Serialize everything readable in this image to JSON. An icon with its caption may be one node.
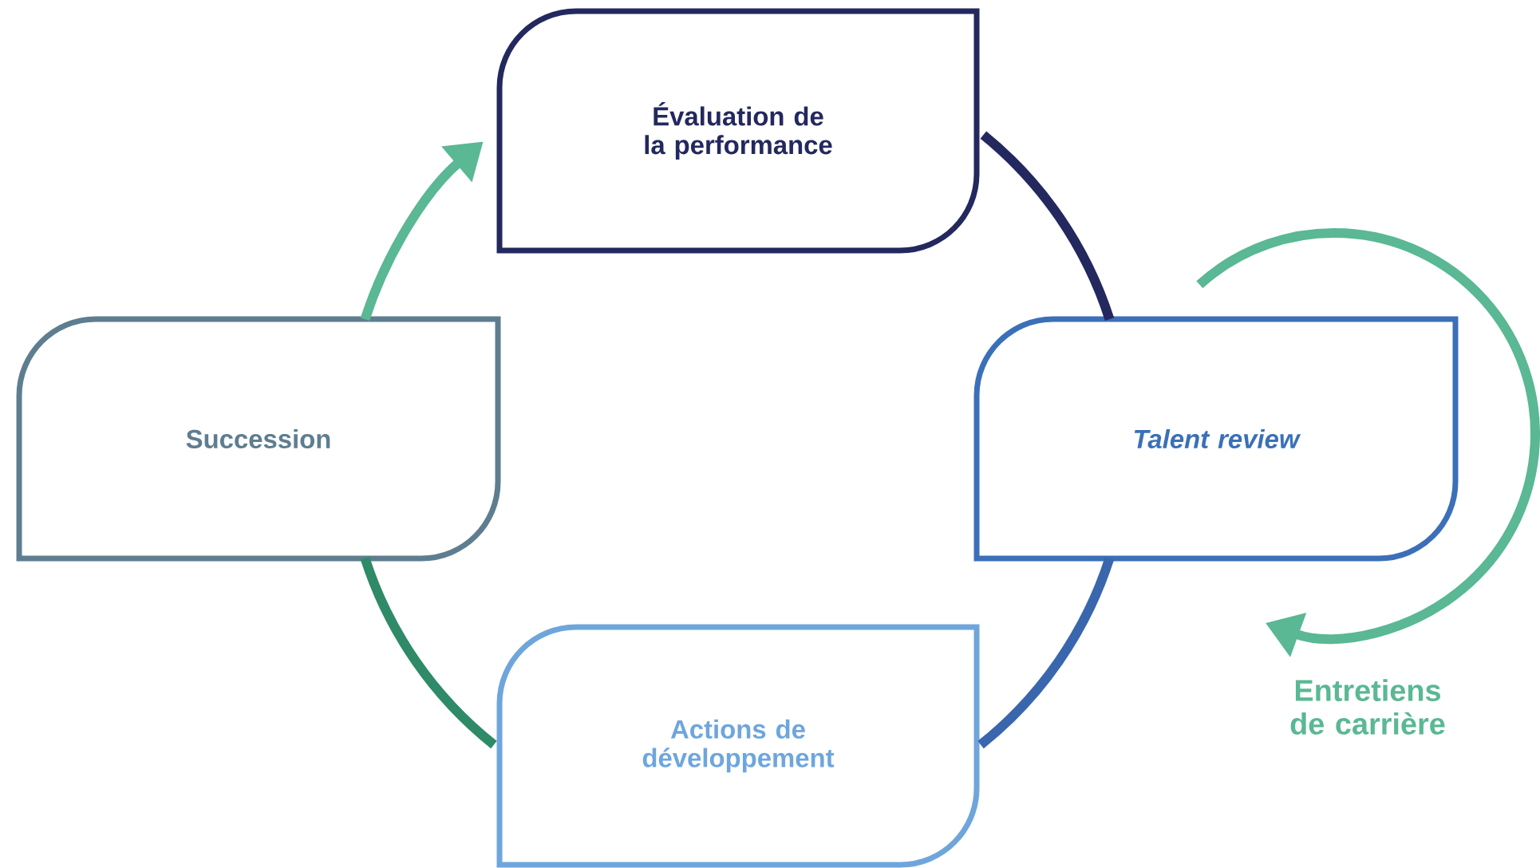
{
  "diagram": {
    "nodes": [
      {
        "text": [
          "Évaluation de la performance"
        ]
      },
      {
        "text": [
          "Talent review"
        ]
      },
      {
        "text": [
          "Actions de développement"
        ]
      },
      {
        "text": [
          "Succession"
        ]
      }
    ],
    "edges": [
      {
        "from": 3,
        "to": 0,
        "arrow": "to",
        "color": "#5ab894"
      },
      {
        "from": 0,
        "to": 1,
        "arrow": "none",
        "color": "#23285e"
      },
      {
        "from": 1,
        "to": 2,
        "arrow": "none",
        "color": "#3a66ad"
      },
      {
        "from": 2,
        "to": 3,
        "arrow": "none",
        "color": "#2f8a68"
      },
      {
        "from": 1,
        "to": 1,
        "arrow": "to",
        "label": "Entretiens de carrière",
        "color": "#5ab894"
      }
    ]
  }
}
